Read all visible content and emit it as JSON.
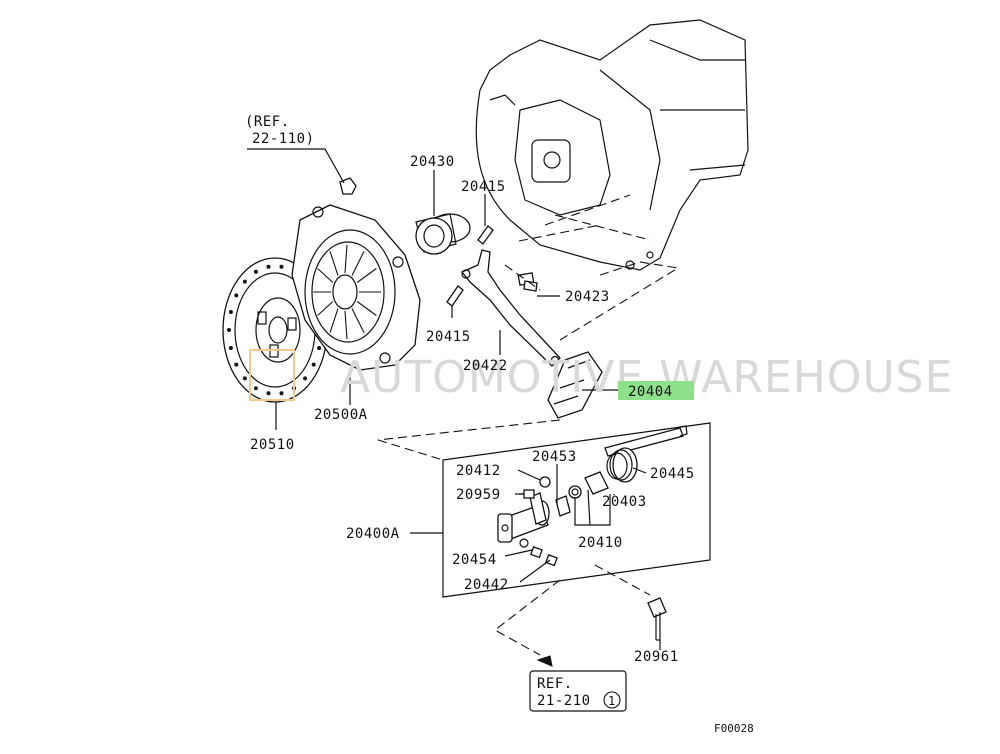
{
  "diagram": {
    "ref_top": {
      "line1": "(REF.",
      "line2": "22-110)"
    },
    "ref_bottom": {
      "line1": "REF.",
      "line2": "21-210",
      "circle": "1"
    },
    "figure_code": "F00028",
    "watermark": "AUTOMOTIVE WAREHOUSE",
    "highlight_color": "#8fe08a",
    "labels": {
      "p20430": "20430",
      "p20415a": "20415",
      "p20415b": "20415",
      "p20423": "20423",
      "p20422": "20422",
      "p20404": "20404",
      "p20500A": "20500A",
      "p20510": "20510",
      "p20412": "20412",
      "p20453": "20453",
      "p20445": "20445",
      "p20959": "20959",
      "p20403": "20403",
      "p20400A": "20400A",
      "p20410": "20410",
      "p20454": "20454",
      "p20442": "20442",
      "p20961": "20961"
    }
  }
}
